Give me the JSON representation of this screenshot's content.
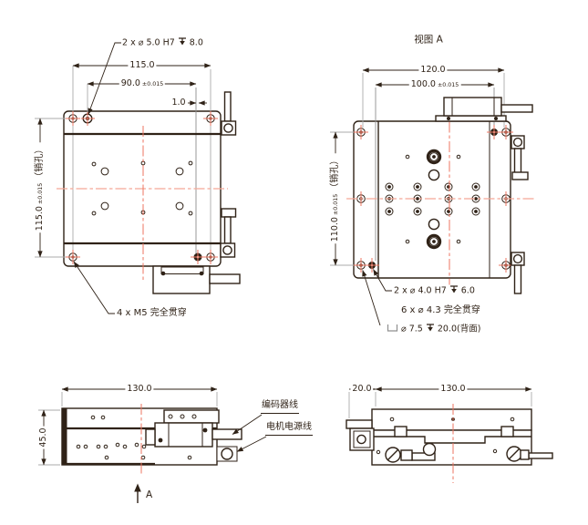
{
  "drawing": {
    "view_top": {
      "callout_pin_pre": "2 x ⌀ 5.0 H7",
      "callout_pin_depth": "8.0",
      "dim_overall_width": "115.0",
      "dim_pin_spacing": "90.0",
      "dim_pin_spacing_tol": "±0.015",
      "dim_pin_offset": "1.0",
      "dim_overall_height": "115.0",
      "dim_overall_height_tol": "±0.015",
      "dim_overall_height_note": "（销孔）",
      "callout_mount": "4 x M5 完全贯穿"
    },
    "view_a": {
      "title": "视图 A",
      "dim_overall_width": "120.0",
      "dim_pin_spacing": "100.0",
      "dim_pin_spacing_tol": "±0.015",
      "dim_overall_height": "110.0",
      "dim_overall_height_tol": "±0.015",
      "dim_overall_height_note": "（销孔）",
      "callout_pin_pre": "2 x ⌀ 4.0 H7",
      "callout_pin_depth": "6.0",
      "callout_thru": "6 x ⌀ 4.3 完全贯穿",
      "callout_cbore_dia": "⌀ 7.5",
      "callout_cbore_depth": "20.0(背面)"
    },
    "view_side": {
      "dim_length": "130.0",
      "dim_height": "45.0",
      "label_encoder_cable": "编码器线",
      "label_motor_power_cable": "电机电源线",
      "section_label": "A"
    },
    "view_end": {
      "dim_base_width": "20.0",
      "dim_length": "130.0"
    },
    "colors": {
      "line": "#2f2217",
      "centerline": "#ee7560",
      "extension": "#ababab"
    }
  }
}
